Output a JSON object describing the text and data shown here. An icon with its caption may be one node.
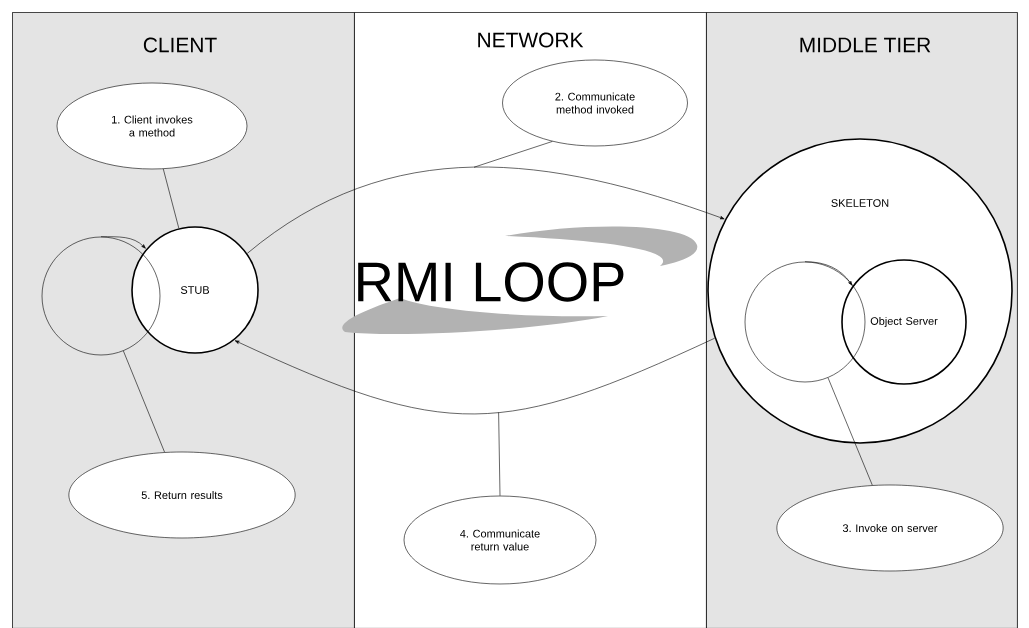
{
  "diagram": {
    "nodes": [
      {
        "text": [
          "CLIENT"
        ]
      },
      {
        "text": [
          "NETWORK"
        ]
      },
      {
        "text": [
          "MIDDLE TIER"
        ]
      },
      {
        "text": [
          "1. Client invokes a method"
        ],
        "in": 0
      },
      {
        "text": [
          "STUB"
        ],
        "in": 0
      },
      {
        "text": [],
        "shape": "circle",
        "in": 0
      },
      {
        "text": [
          "5. Return results"
        ],
        "in": 0
      },
      {
        "text": [
          "2. Communicate method invoked"
        ],
        "in": 1
      },
      {
        "text": [
          "4. Communicate return value"
        ],
        "in": 1
      },
      {
        "text": [
          "SKELETON"
        ],
        "in": 2
      },
      {
        "text": [],
        "shape": "circle",
        "in": 9
      },
      {
        "text": [
          "Object Server"
        ],
        "in": 9
      },
      {
        "text": [
          "3. Invoke on server"
        ],
        "in": 2
      }
    ],
    "edges": [
      {
        "from": 3,
        "to": 4,
        "arrow": "none"
      },
      {
        "from": 5,
        "to": 4,
        "arrow": "to"
      },
      {
        "from": 6,
        "to": 5,
        "arrow": "none"
      },
      {
        "from": 4,
        "to": 9,
        "arrow": "to"
      },
      {
        "from": 7,
        "to": null,
        "arrow": "none"
      },
      {
        "from": 12,
        "to": 10,
        "arrow": "none"
      },
      {
        "from": 10,
        "to": 11,
        "arrow": "to"
      },
      {
        "from": 9,
        "to": 4,
        "arrow": "to"
      },
      {
        "from": 8,
        "to": null,
        "arrow": "none"
      }
    ],
    "labels": [
      "RMI LOOP"
    ]
  }
}
